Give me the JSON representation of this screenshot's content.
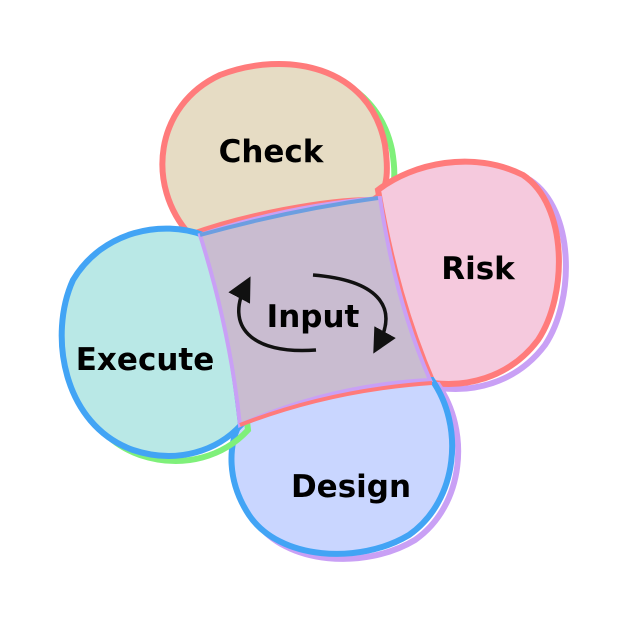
{
  "petals": {
    "check": {
      "label": "Check",
      "fill": "#e6dcc4",
      "stroke": "#ff7b7b",
      "shadow": "#7ff07a"
    },
    "risk": {
      "label": "Risk",
      "fill": "#f5c9dd",
      "stroke": "#ff7b7b",
      "shadow": "#c9a0f5"
    },
    "design": {
      "label": "Design",
      "fill": "#c9d6ff",
      "stroke": "#42a4f5",
      "shadow": "#c9a0f5"
    },
    "execute": {
      "label": "Execute",
      "fill": "#b9e8e6",
      "stroke": "#42a4f5",
      "shadow": "#7ff07a"
    }
  },
  "center": {
    "label": "Input",
    "fill": "#c9bcd0",
    "arrow_color": "#111111"
  }
}
